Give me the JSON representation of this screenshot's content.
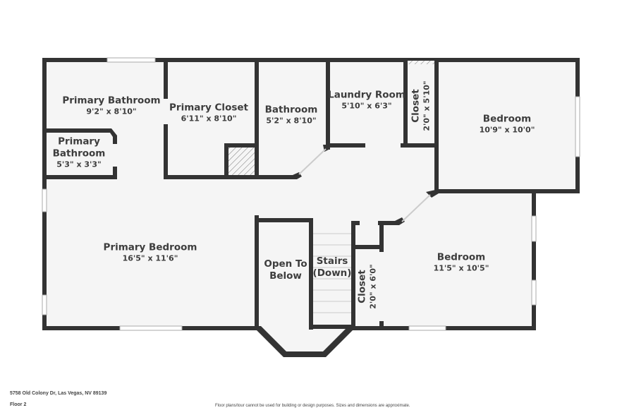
{
  "plan": {
    "rooms": [
      {
        "id": "primary-bathroom",
        "name": "Primary Bathroom",
        "dims": "9'2\" x 8'10\""
      },
      {
        "id": "primary-bathroom-small",
        "name": "Primary\nBathroom",
        "name_line1": "Primary",
        "name_line2": "Bathroom",
        "dims": "5'3\" x 3'3\""
      },
      {
        "id": "primary-closet",
        "name": "Primary Closet",
        "dims": "6'11\" x 8'10\""
      },
      {
        "id": "bathroom",
        "name": "Bathroom",
        "dims": "5'2\" x 8'10\""
      },
      {
        "id": "laundry-room",
        "name": "Laundry Room",
        "dims": "5'10\" x 6'3\""
      },
      {
        "id": "closet-upper",
        "name": "Closet",
        "dims": "2'0\" x 5'10\""
      },
      {
        "id": "bedroom-upper",
        "name": "Bedroom",
        "dims": "10'9\" x 10'0\""
      },
      {
        "id": "primary-bedroom",
        "name": "Primary Bedroom",
        "dims": "16'5\" x 11'6\""
      },
      {
        "id": "open-to-below",
        "name_line1": "Open To",
        "name_line2": "Below"
      },
      {
        "id": "stairs",
        "name_line1": "Stairs",
        "name_line2": "(Down)"
      },
      {
        "id": "closet-lower",
        "name": "Closet",
        "dims": "2'0\" x 6'0\""
      },
      {
        "id": "bedroom-lower",
        "name": "Bedroom",
        "dims": "11'5\" x 10'5\""
      }
    ]
  },
  "footer": {
    "address": "5758 Old Colony Dr, Las Vegas, NV 89139",
    "floor": "Floor 2",
    "disclaimer": "Floor plans/tour cannot be used for building or design purposes. Sizes and dimensions are approximate."
  },
  "colors": {
    "wall": "#333333",
    "floor": "#f5f5f5",
    "text": "#3d3d3d"
  }
}
